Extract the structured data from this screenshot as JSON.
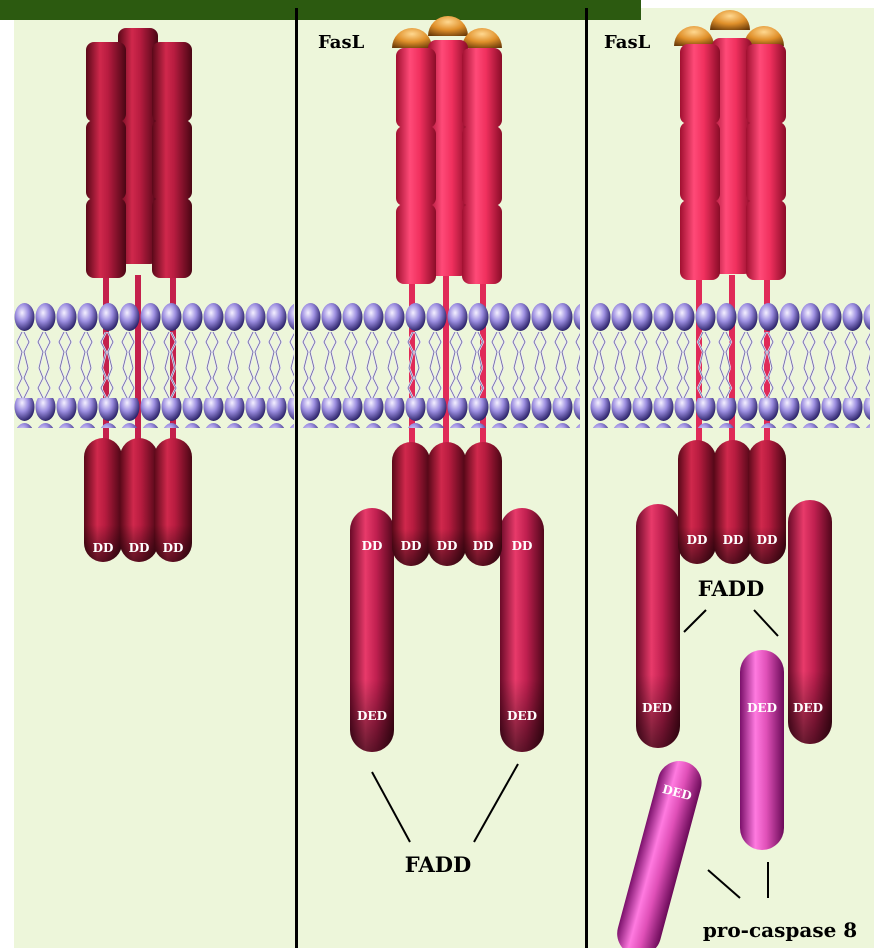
{
  "panels": [
    {
      "name": "resting-receptor",
      "domain_labels": [
        "DD",
        "DD",
        "DD"
      ]
    },
    {
      "name": "fasl-bound-receptor",
      "ligand_label": "FasL",
      "domain_labels": [
        "DD",
        "DD",
        "DD"
      ],
      "adaptor_top_labels": [
        "DD",
        "DD"
      ],
      "adaptor_bottom_labels": [
        "DED",
        "DED"
      ],
      "adaptor_name": "FADD"
    },
    {
      "name": "disc-assembly",
      "ligand_label": "FasL",
      "domain_labels": [
        "DD",
        "DD",
        "DD"
      ],
      "adaptor_bottom_labels": [
        "DED",
        "DED"
      ],
      "adaptor_name": "FADD",
      "caspase_labels": [
        "DED",
        "DED"
      ],
      "caspase_name": "pro-caspase 8"
    }
  ],
  "colors": {
    "background": "#edf6da",
    "title_bar": "#2c5a10",
    "receptor_dark": "#b41a3c",
    "receptor_bright": "#f02a5a",
    "ligand": "#e0902a",
    "lipid_head": "#8e80d8",
    "fadd": "#c4204c",
    "caspase": "#e050b8"
  }
}
